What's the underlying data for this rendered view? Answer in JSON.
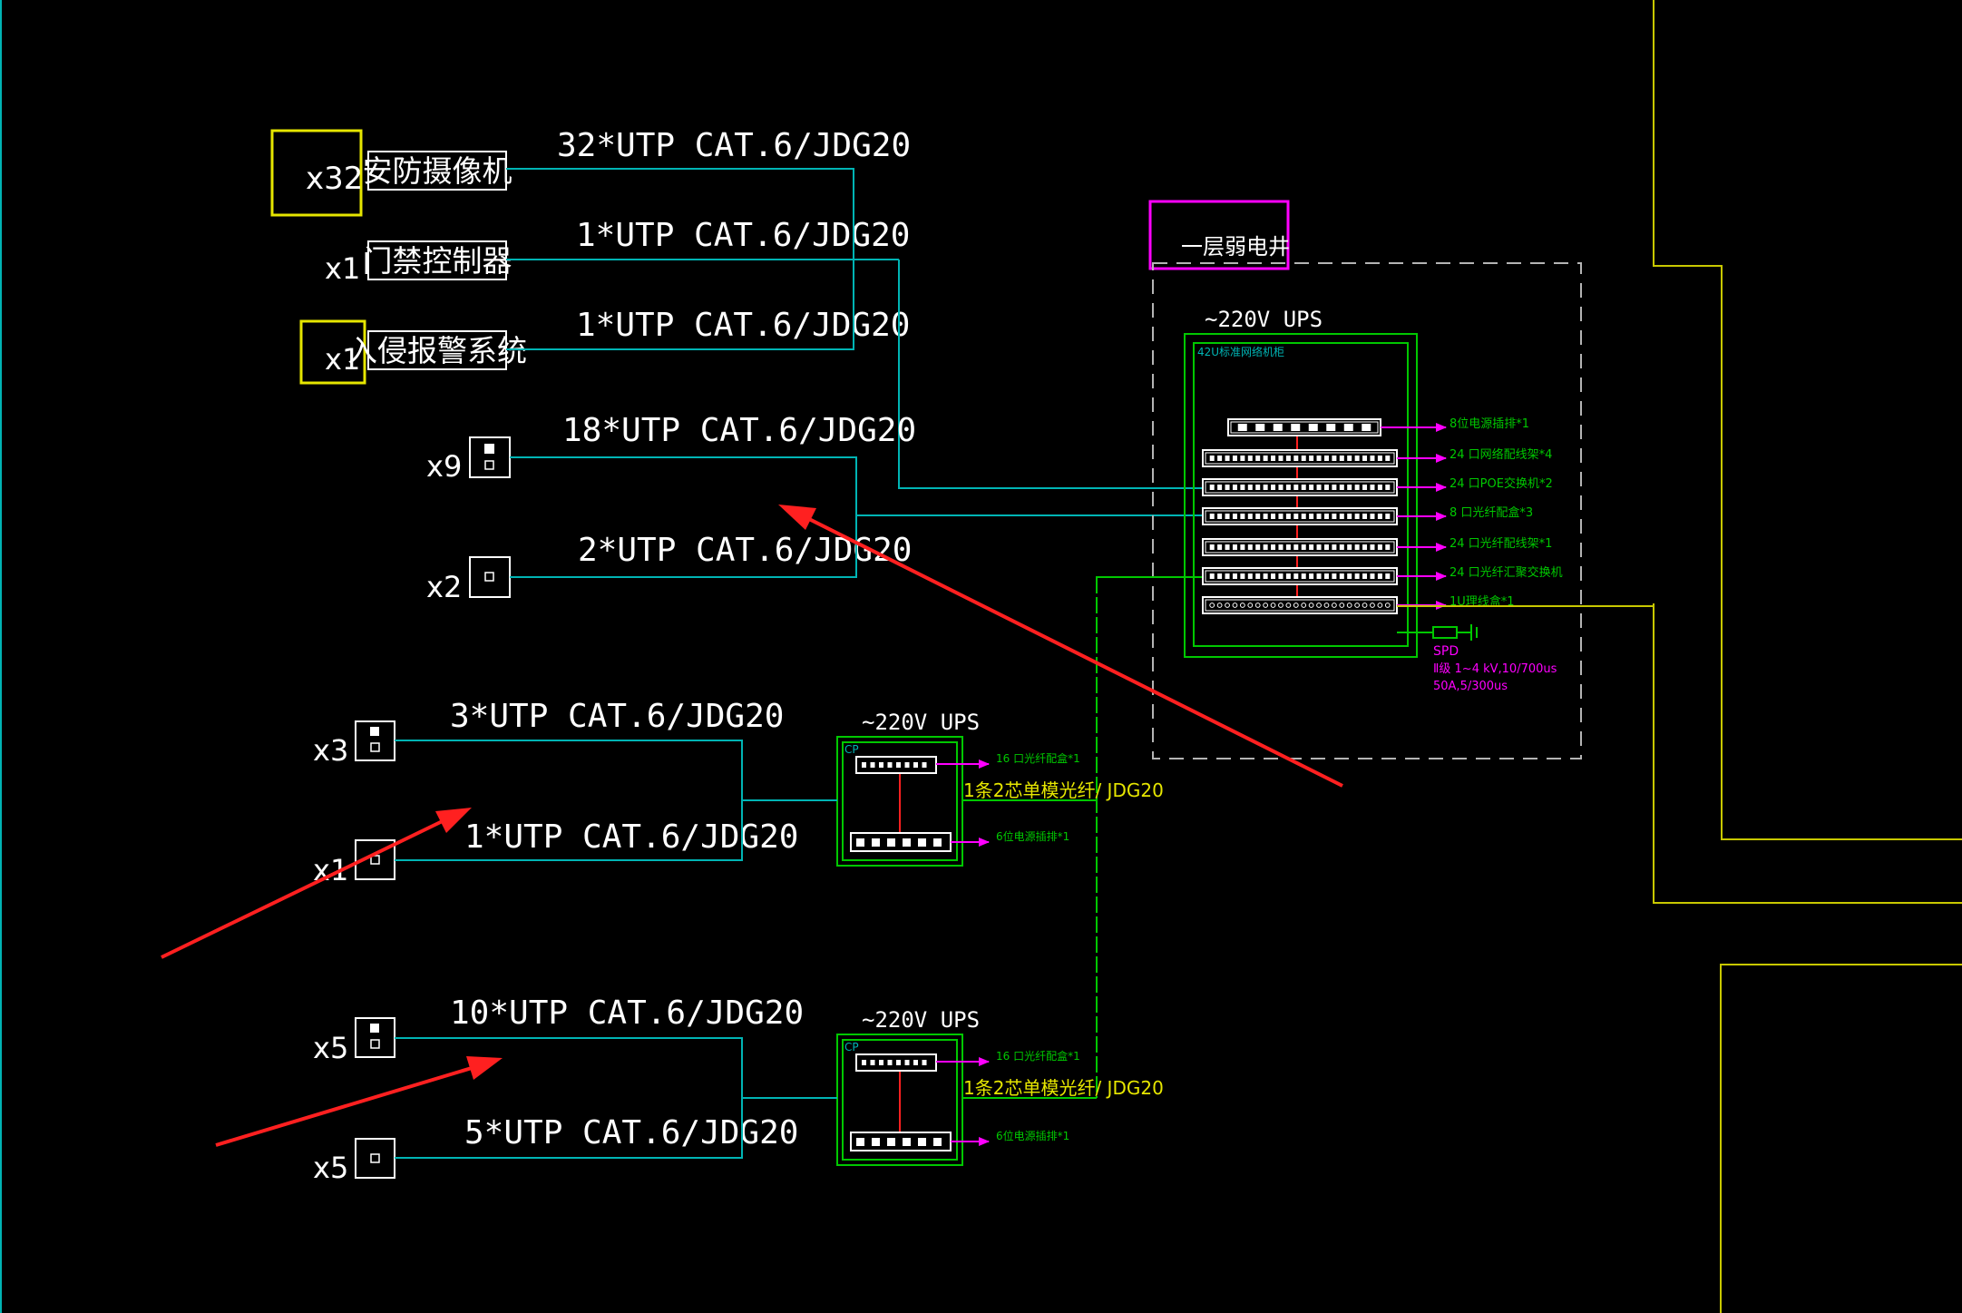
{
  "devices": {
    "camera": {
      "count": "x32",
      "name": "安防摄像机",
      "cable": "32*UTP CAT.6/JDG20"
    },
    "access": {
      "count": "x1",
      "name": "门禁控制器",
      "cable": "1*UTP CAT.6/JDG20"
    },
    "alarm": {
      "count": "x1",
      "name": "入侵报警系统",
      "cable": "1*UTP CAT.6/JDG20"
    }
  },
  "outlets": {
    "o1": {
      "count": "x9",
      "cable": "18*UTP CAT.6/JDG20"
    },
    "o2": {
      "count": "x2",
      "cable": "2*UTP CAT.6/JDG20"
    },
    "o3": {
      "count": "x3",
      "cable": "3*UTP CAT.6/JDG20"
    },
    "o4": {
      "count": "x1",
      "cable": "1*UTP CAT.6/JDG20"
    },
    "o5": {
      "count": "x5",
      "cable": "10*UTP CAT.6/JDG20"
    },
    "o6": {
      "count": "x5",
      "cable": "5*UTP CAT.6/JDG20"
    }
  },
  "shaft": {
    "label": "一层弱电井",
    "ups": "~220V UPS",
    "cabinet": "42U标准网络机柜",
    "items": [
      "8位电源插排*1",
      "24 口网络配线架*4",
      "24 口POE交换机*2",
      "8 口光纤配盒*3",
      "24 口光纤配线架*1",
      "24 口光纤汇聚交换机",
      "1U理线盒*1"
    ],
    "spd": "SPD",
    "spd_line1": "Ⅱ级 1~4 kV,10/700us",
    "spd_line2": "50A,5/300us"
  },
  "cp1": {
    "ups": "~220V UPS",
    "cp": "CP",
    "item1": "16 口光纤配盒*1",
    "fiber": "1条2芯单模光纤/ JDG20",
    "item2": "6位电源插排*1"
  },
  "cp2": {
    "ups": "~220V UPS",
    "cp": "CP",
    "item1": "16 口光纤配盒*1",
    "fiber": "1条2芯单模光纤/ JDG20",
    "item2": "6位电源插排*1"
  },
  "colors": {
    "cyan": "#00b4b4",
    "green": "#00c800",
    "magenta": "#ff00ff",
    "yellow": "#e6e600",
    "red": "#ff2020",
    "gray": "#b4b4b4"
  }
}
